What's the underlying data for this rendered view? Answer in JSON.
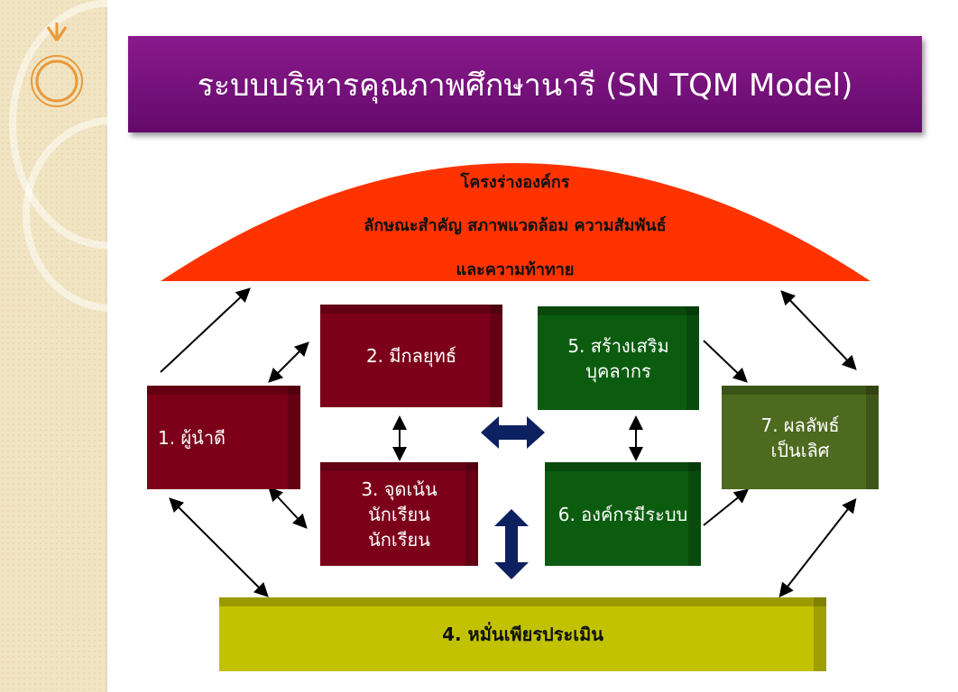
{
  "title": "ระบบบริหารคุณภาพศึกษานารี (SN TQM Model)",
  "arch": {
    "line1": "โครงร่างองค์กร",
    "line2": "ลักษณะสำคัญ  สภาพแวดล้อม ความสัมพันธ์",
    "line3": "และความท้าทาย"
  },
  "boxes": {
    "b1": "1. ผู้นำดี",
    "b2": "2. มีกลยุทธ์",
    "b3": "3. จุดเน้นนักเรียน นักเรียน",
    "b4": "4. หมั่นเพียรประเมิน",
    "b5": "5. สร้างเสริม บุคลากร",
    "b6": "6. องค์กรมีระบบ",
    "b7": "7. ผลลัพธ์ เป็นเลิศ"
  },
  "colors": {
    "title": "#74107a",
    "arch": "#ff3300",
    "red": "#7c0019",
    "green": "#0c5c10",
    "olive": "#4d6a1f",
    "yellow": "#c2c200",
    "navy": "#0d2060"
  }
}
